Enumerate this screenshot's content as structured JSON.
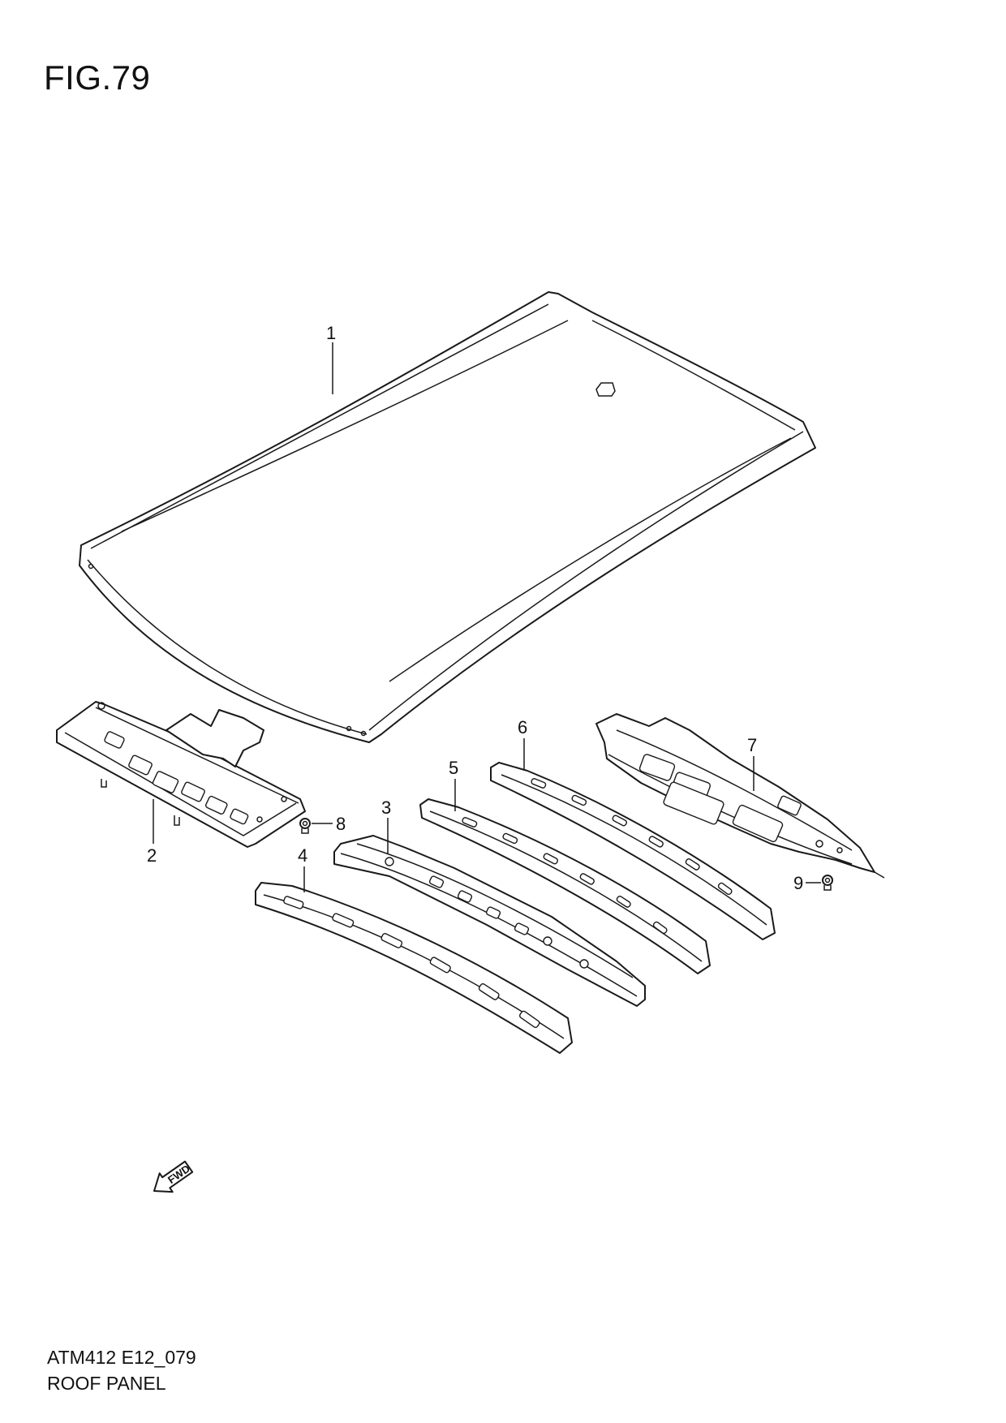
{
  "figure": {
    "title": "FIG.79",
    "code": "ATM412 E12_079",
    "name": "ROOF PANEL"
  },
  "callouts": [
    "1",
    "2",
    "3",
    "4",
    "5",
    "6",
    "7",
    "8",
    "9"
  ],
  "direction_marker": {
    "label": "FWD",
    "icon": "forward-arrow-icon"
  }
}
